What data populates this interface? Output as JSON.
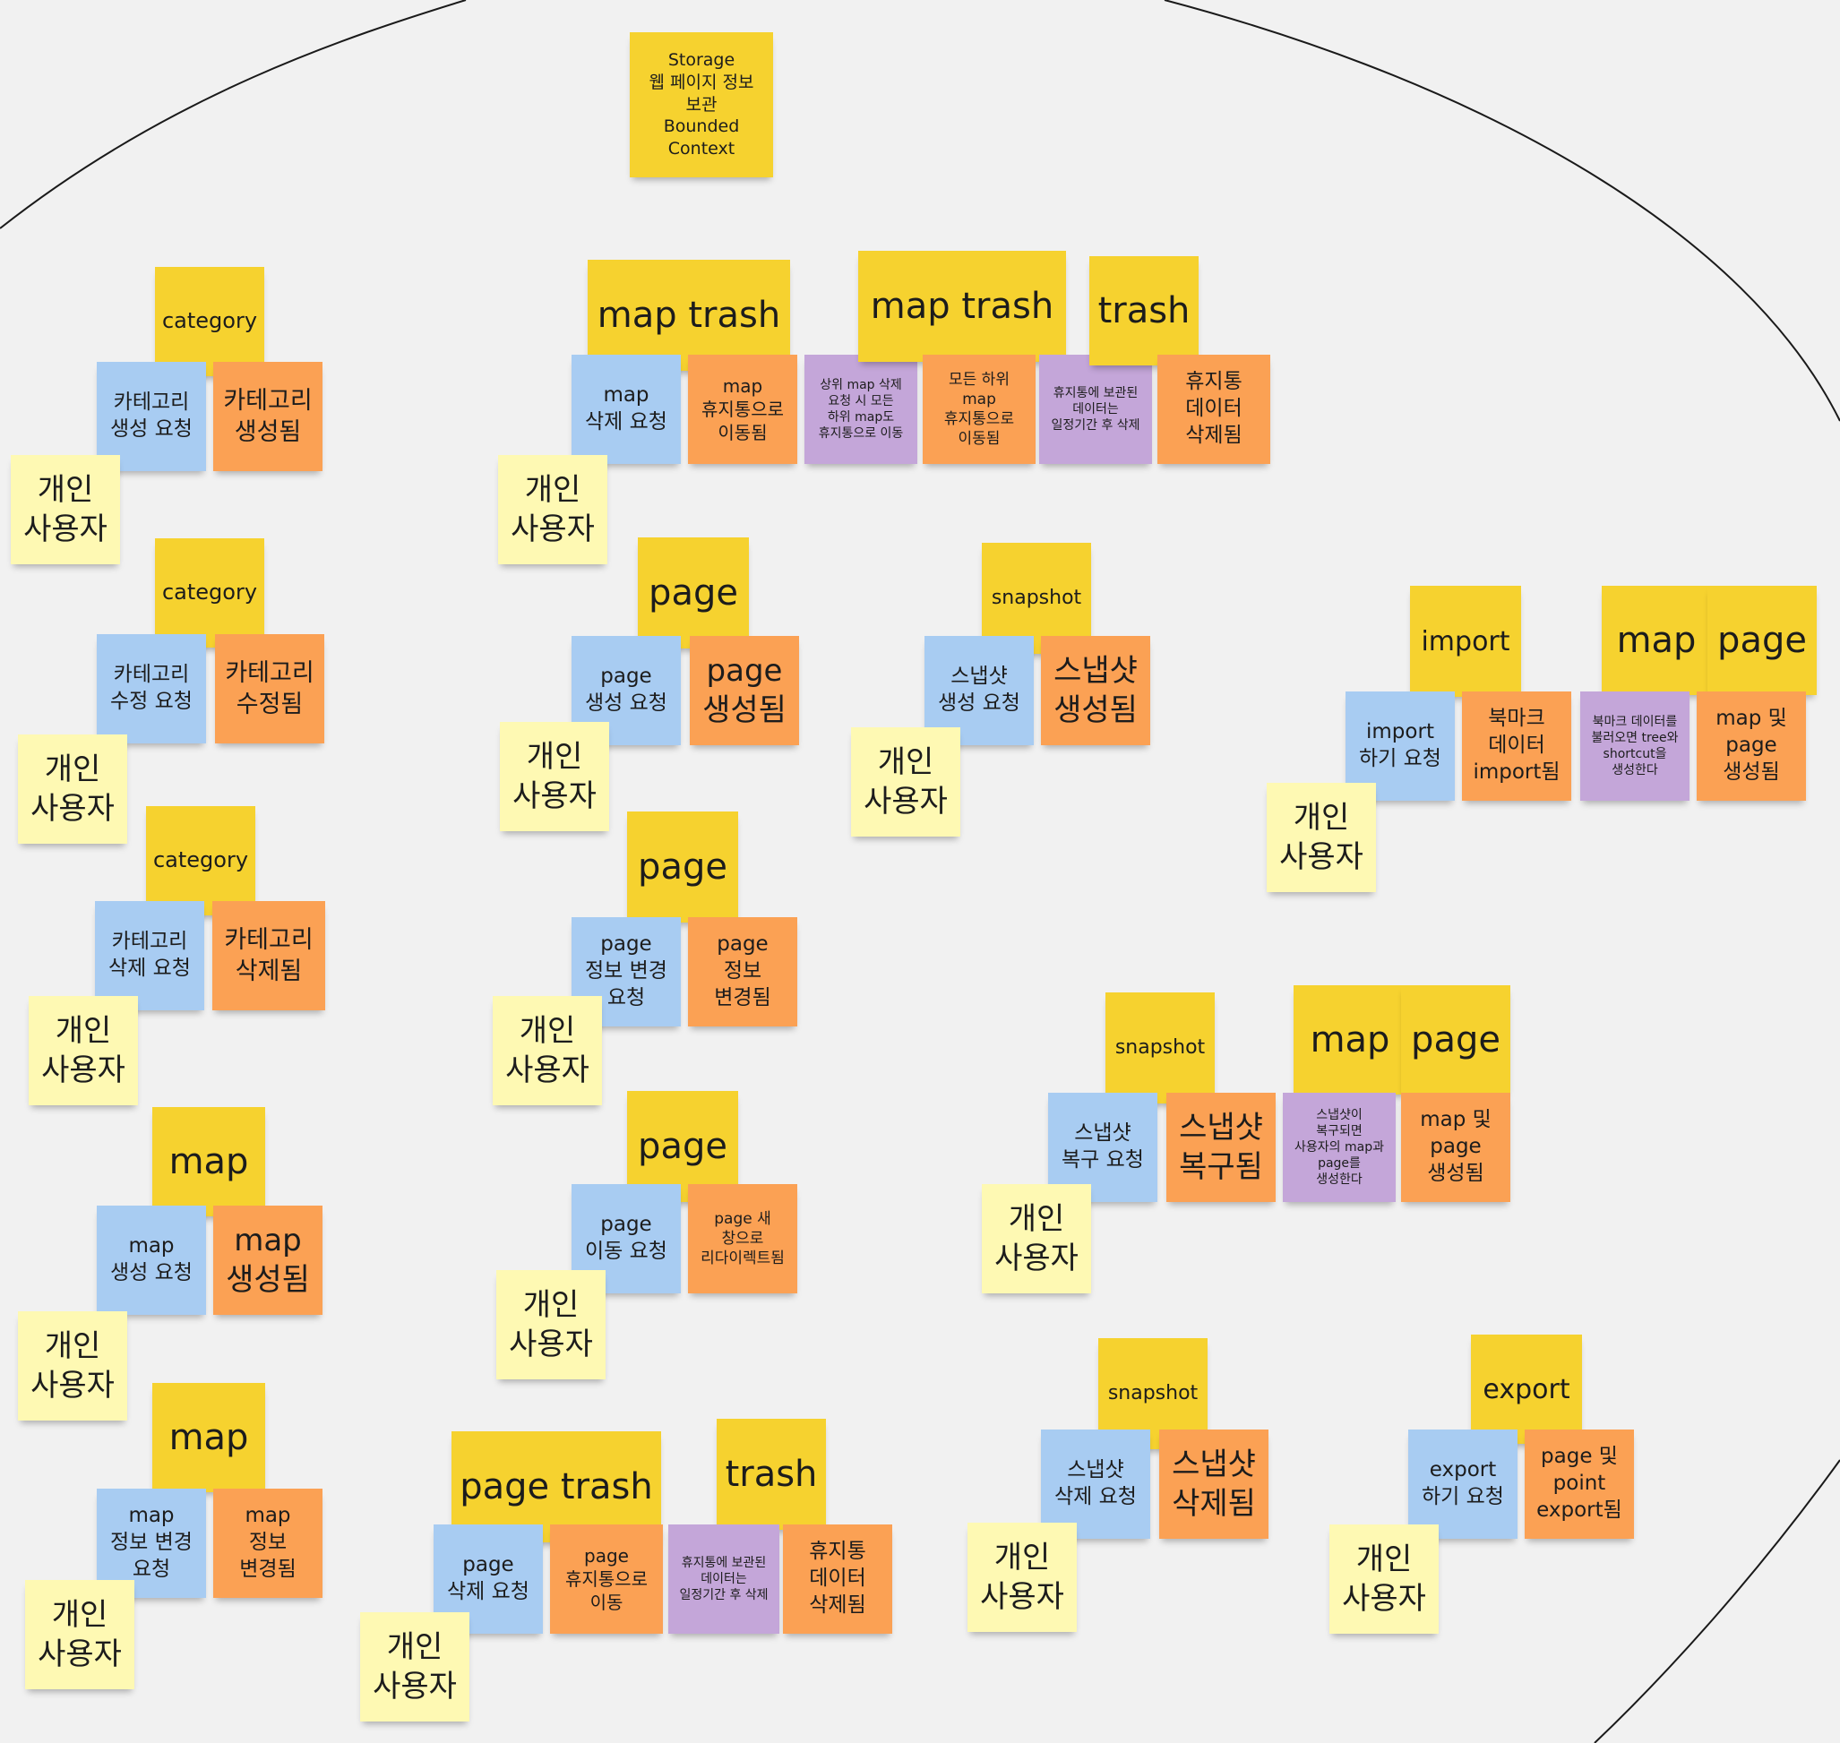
{
  "colors": {
    "background": "#f1f1f1",
    "aggregate": "#f6d22f",
    "command": "#a8ccf2",
    "event": "#fba154",
    "policy": "#c4a6d9",
    "actor": "#fef9b3"
  },
  "notes": [
    {
      "id": "context",
      "type": "ag",
      "text": "Storage\n웹 페이지 정보\n보관\nBounded\nContext"
    },
    {
      "id": "cat1-ag",
      "type": "ag",
      "text": "category"
    },
    {
      "id": "cat1-cmd",
      "type": "cmd",
      "text": "카테고리\n생성 요청"
    },
    {
      "id": "cat1-evt",
      "type": "evt",
      "text": "카테고리\n생성됨"
    },
    {
      "id": "cat1-act",
      "type": "act",
      "text": "개인\n사용자"
    },
    {
      "id": "cat2-ag",
      "type": "ag",
      "text": "category"
    },
    {
      "id": "cat2-cmd",
      "type": "cmd",
      "text": "카테고리\n수정 요청"
    },
    {
      "id": "cat2-evt",
      "type": "evt",
      "text": "카테고리\n수정됨"
    },
    {
      "id": "cat2-act",
      "type": "act",
      "text": "개인\n사용자"
    },
    {
      "id": "cat3-ag",
      "type": "ag",
      "text": "category"
    },
    {
      "id": "cat3-cmd",
      "type": "cmd",
      "text": "카테고리\n삭제 요청"
    },
    {
      "id": "cat3-evt",
      "type": "evt",
      "text": "카테고리\n삭제됨"
    },
    {
      "id": "cat3-act",
      "type": "act",
      "text": "개인\n사용자"
    },
    {
      "id": "map1-ag",
      "type": "ag",
      "text": "map"
    },
    {
      "id": "map1-cmd",
      "type": "cmd",
      "text": "map\n생성 요청"
    },
    {
      "id": "map1-evt",
      "type": "evt",
      "text": "map\n생성됨"
    },
    {
      "id": "map1-act",
      "type": "act",
      "text": "개인\n사용자"
    },
    {
      "id": "map2-ag",
      "type": "ag",
      "text": "map"
    },
    {
      "id": "map2-cmd",
      "type": "cmd",
      "text": "map\n정보 변경\n요청"
    },
    {
      "id": "map2-evt",
      "type": "evt",
      "text": "map\n정보\n변경됨"
    },
    {
      "id": "map2-act",
      "type": "act",
      "text": "개인\n사용자"
    },
    {
      "id": "mt-ag1",
      "type": "ag",
      "text": "map trash"
    },
    {
      "id": "mt-cmd",
      "type": "cmd",
      "text": "map\n삭제 요청"
    },
    {
      "id": "mt-evt1",
      "type": "evt",
      "text": "map\n휴지통으로\n이동됨"
    },
    {
      "id": "mt-pol1",
      "type": "pol",
      "text": "상위 map 삭제\n요청 시 모든\n하위 map도\n휴지통으로 이동"
    },
    {
      "id": "mt-ag2",
      "type": "ag",
      "text": "map trash"
    },
    {
      "id": "mt-evt2",
      "type": "evt",
      "text": "모든 하위\nmap\n휴지통으로\n이동됨"
    },
    {
      "id": "mt-pol2",
      "type": "pol",
      "text": "휴지통에 보관된\n데이터는\n일정기간 후 삭제"
    },
    {
      "id": "mt-ag3",
      "type": "ag",
      "text": "trash"
    },
    {
      "id": "mt-evt3",
      "type": "evt",
      "text": "휴지통\n데이터\n삭제됨"
    },
    {
      "id": "mt-act",
      "type": "act",
      "text": "개인\n사용자"
    },
    {
      "id": "pg1-ag",
      "type": "ag",
      "text": "page"
    },
    {
      "id": "pg1-cmd",
      "type": "cmd",
      "text": "page\n생성 요청"
    },
    {
      "id": "pg1-evt",
      "type": "evt",
      "text": "page\n생성됨"
    },
    {
      "id": "pg1-act",
      "type": "act",
      "text": "개인\n사용자"
    },
    {
      "id": "pg2-ag",
      "type": "ag",
      "text": "page"
    },
    {
      "id": "pg2-cmd",
      "type": "cmd",
      "text": "page\n정보 변경\n요청"
    },
    {
      "id": "pg2-evt",
      "type": "evt",
      "text": "page\n정보\n변경됨"
    },
    {
      "id": "pg2-act",
      "type": "act",
      "text": "개인\n사용자"
    },
    {
      "id": "pg3-ag",
      "type": "ag",
      "text": "page"
    },
    {
      "id": "pg3-cmd",
      "type": "cmd",
      "text": "page\n이동 요청"
    },
    {
      "id": "pg3-evt",
      "type": "evt",
      "text": "page 새\n창으로\n리다이렉트됨"
    },
    {
      "id": "pg3-act",
      "type": "act",
      "text": "개인\n사용자"
    },
    {
      "id": "pt-ag1",
      "type": "ag",
      "text": "page trash"
    },
    {
      "id": "pt-cmd",
      "type": "cmd",
      "text": "page\n삭제 요청"
    },
    {
      "id": "pt-evt1",
      "type": "evt",
      "text": "page\n휴지통으로\n이동"
    },
    {
      "id": "pt-ag2",
      "type": "ag",
      "text": "trash"
    },
    {
      "id": "pt-pol",
      "type": "pol",
      "text": "휴지통에 보관된\n데이터는\n일정기간 후 삭제"
    },
    {
      "id": "pt-evt2",
      "type": "evt",
      "text": "휴지통\n데이터\n삭제됨"
    },
    {
      "id": "pt-act",
      "type": "act",
      "text": "개인\n사용자"
    },
    {
      "id": "sn1-ag",
      "type": "ag",
      "text": "snapshot"
    },
    {
      "id": "sn1-cmd",
      "type": "cmd",
      "text": "스냅샷\n생성 요청"
    },
    {
      "id": "sn1-evt",
      "type": "evt",
      "text": "스냅샷\n생성됨"
    },
    {
      "id": "sn1-act",
      "type": "act",
      "text": "개인\n사용자"
    },
    {
      "id": "sn2-ag",
      "type": "ag",
      "text": "snapshot"
    },
    {
      "id": "sn2-cmd",
      "type": "cmd",
      "text": "스냅샷\n복구 요청"
    },
    {
      "id": "sn2-evt",
      "type": "evt",
      "text": "스냅샷\n복구됨"
    },
    {
      "id": "sn2-ag2",
      "type": "ag",
      "text": "map"
    },
    {
      "id": "sn2-ag3",
      "type": "ag",
      "text": "page"
    },
    {
      "id": "sn2-pol",
      "type": "pol",
      "text": "스냅샷이\n복구되면\n사용자의 map과\npage를\n생성한다"
    },
    {
      "id": "sn2-evt2",
      "type": "evt",
      "text": "map 및\npage\n생성됨"
    },
    {
      "id": "sn2-act",
      "type": "act",
      "text": "개인\n사용자"
    },
    {
      "id": "sn3-ag",
      "type": "ag",
      "text": "snapshot"
    },
    {
      "id": "sn3-cmd",
      "type": "cmd",
      "text": "스냅샷\n삭제 요청"
    },
    {
      "id": "sn3-evt",
      "type": "evt",
      "text": "스냅샷\n삭제됨"
    },
    {
      "id": "sn3-act",
      "type": "act",
      "text": "개인\n사용자"
    },
    {
      "id": "im-ag",
      "type": "ag",
      "text": "import"
    },
    {
      "id": "im-cmd",
      "type": "cmd",
      "text": "import\n하기 요청"
    },
    {
      "id": "im-evt",
      "type": "evt",
      "text": "북마크\n데이터\nimport됨"
    },
    {
      "id": "im-ag2",
      "type": "ag",
      "text": "map"
    },
    {
      "id": "im-ag3",
      "type": "ag",
      "text": "page"
    },
    {
      "id": "im-pol",
      "type": "pol",
      "text": "북마크 데이터를\n불러오면 tree와\nshortcut을\n생성한다"
    },
    {
      "id": "im-evt2",
      "type": "evt",
      "text": "map 및\npage\n생성됨"
    },
    {
      "id": "im-act",
      "type": "act",
      "text": "개인\n사용자"
    },
    {
      "id": "ex-ag",
      "type": "ag",
      "text": "export"
    },
    {
      "id": "ex-cmd",
      "type": "cmd",
      "text": "export\n하기 요청"
    },
    {
      "id": "ex-evt",
      "type": "evt",
      "text": "page 및\npoint\nexport됨"
    },
    {
      "id": "ex-act",
      "type": "act",
      "text": "개인\n사용자"
    }
  ]
}
